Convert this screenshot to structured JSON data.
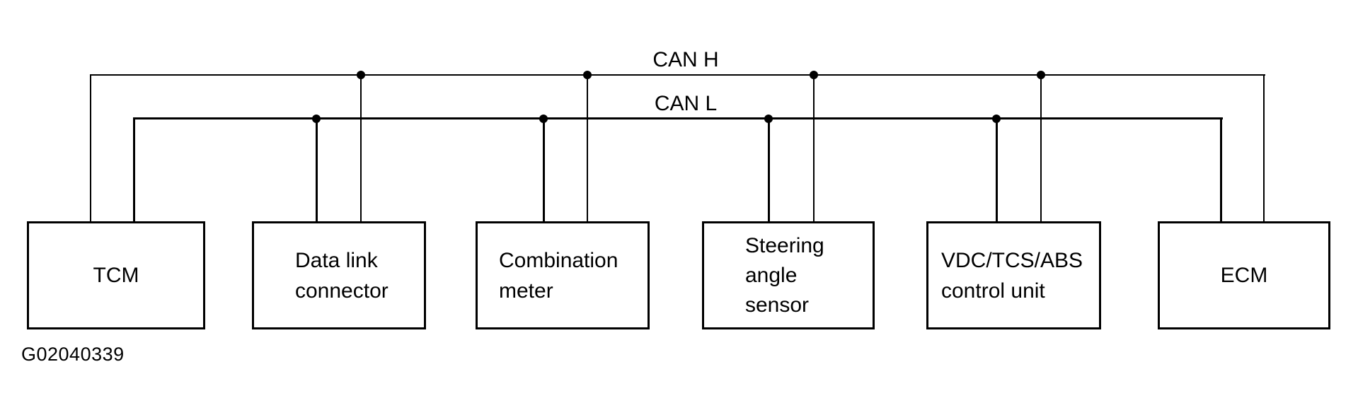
{
  "diagram": {
    "type": "wiring-diagram",
    "buses": [
      {
        "id": "can-h",
        "label": "CAN H"
      },
      {
        "id": "can-l",
        "label": "CAN L"
      }
    ],
    "nodes": [
      {
        "id": "tcm",
        "label": "TCM"
      },
      {
        "id": "data-link-connector",
        "label": "Data link\nconnector"
      },
      {
        "id": "combination-meter",
        "label": "Combination\nmeter"
      },
      {
        "id": "steering-angle-sensor",
        "label": "Steering\nangle\nsensor"
      },
      {
        "id": "vdc-tcs-abs-control-unit",
        "label": "VDC/TCS/ABS\ncontrol unit"
      },
      {
        "id": "ecm",
        "label": "ECM"
      }
    ],
    "connections": [
      {
        "node": "tcm",
        "buses": [
          "can-h",
          "can-l"
        ]
      },
      {
        "node": "data-link-connector",
        "buses": [
          "can-h",
          "can-l"
        ]
      },
      {
        "node": "combination-meter",
        "buses": [
          "can-h",
          "can-l"
        ]
      },
      {
        "node": "steering-angle-sensor",
        "buses": [
          "can-h",
          "can-l"
        ]
      },
      {
        "node": "vdc-tcs-abs-control-unit",
        "buses": [
          "can-h",
          "can-l"
        ]
      },
      {
        "node": "ecm",
        "buses": [
          "can-h",
          "can-l"
        ]
      }
    ],
    "figure_id": "G02040339",
    "colors": {
      "ink": "#000000",
      "background": "#ffffff"
    }
  }
}
